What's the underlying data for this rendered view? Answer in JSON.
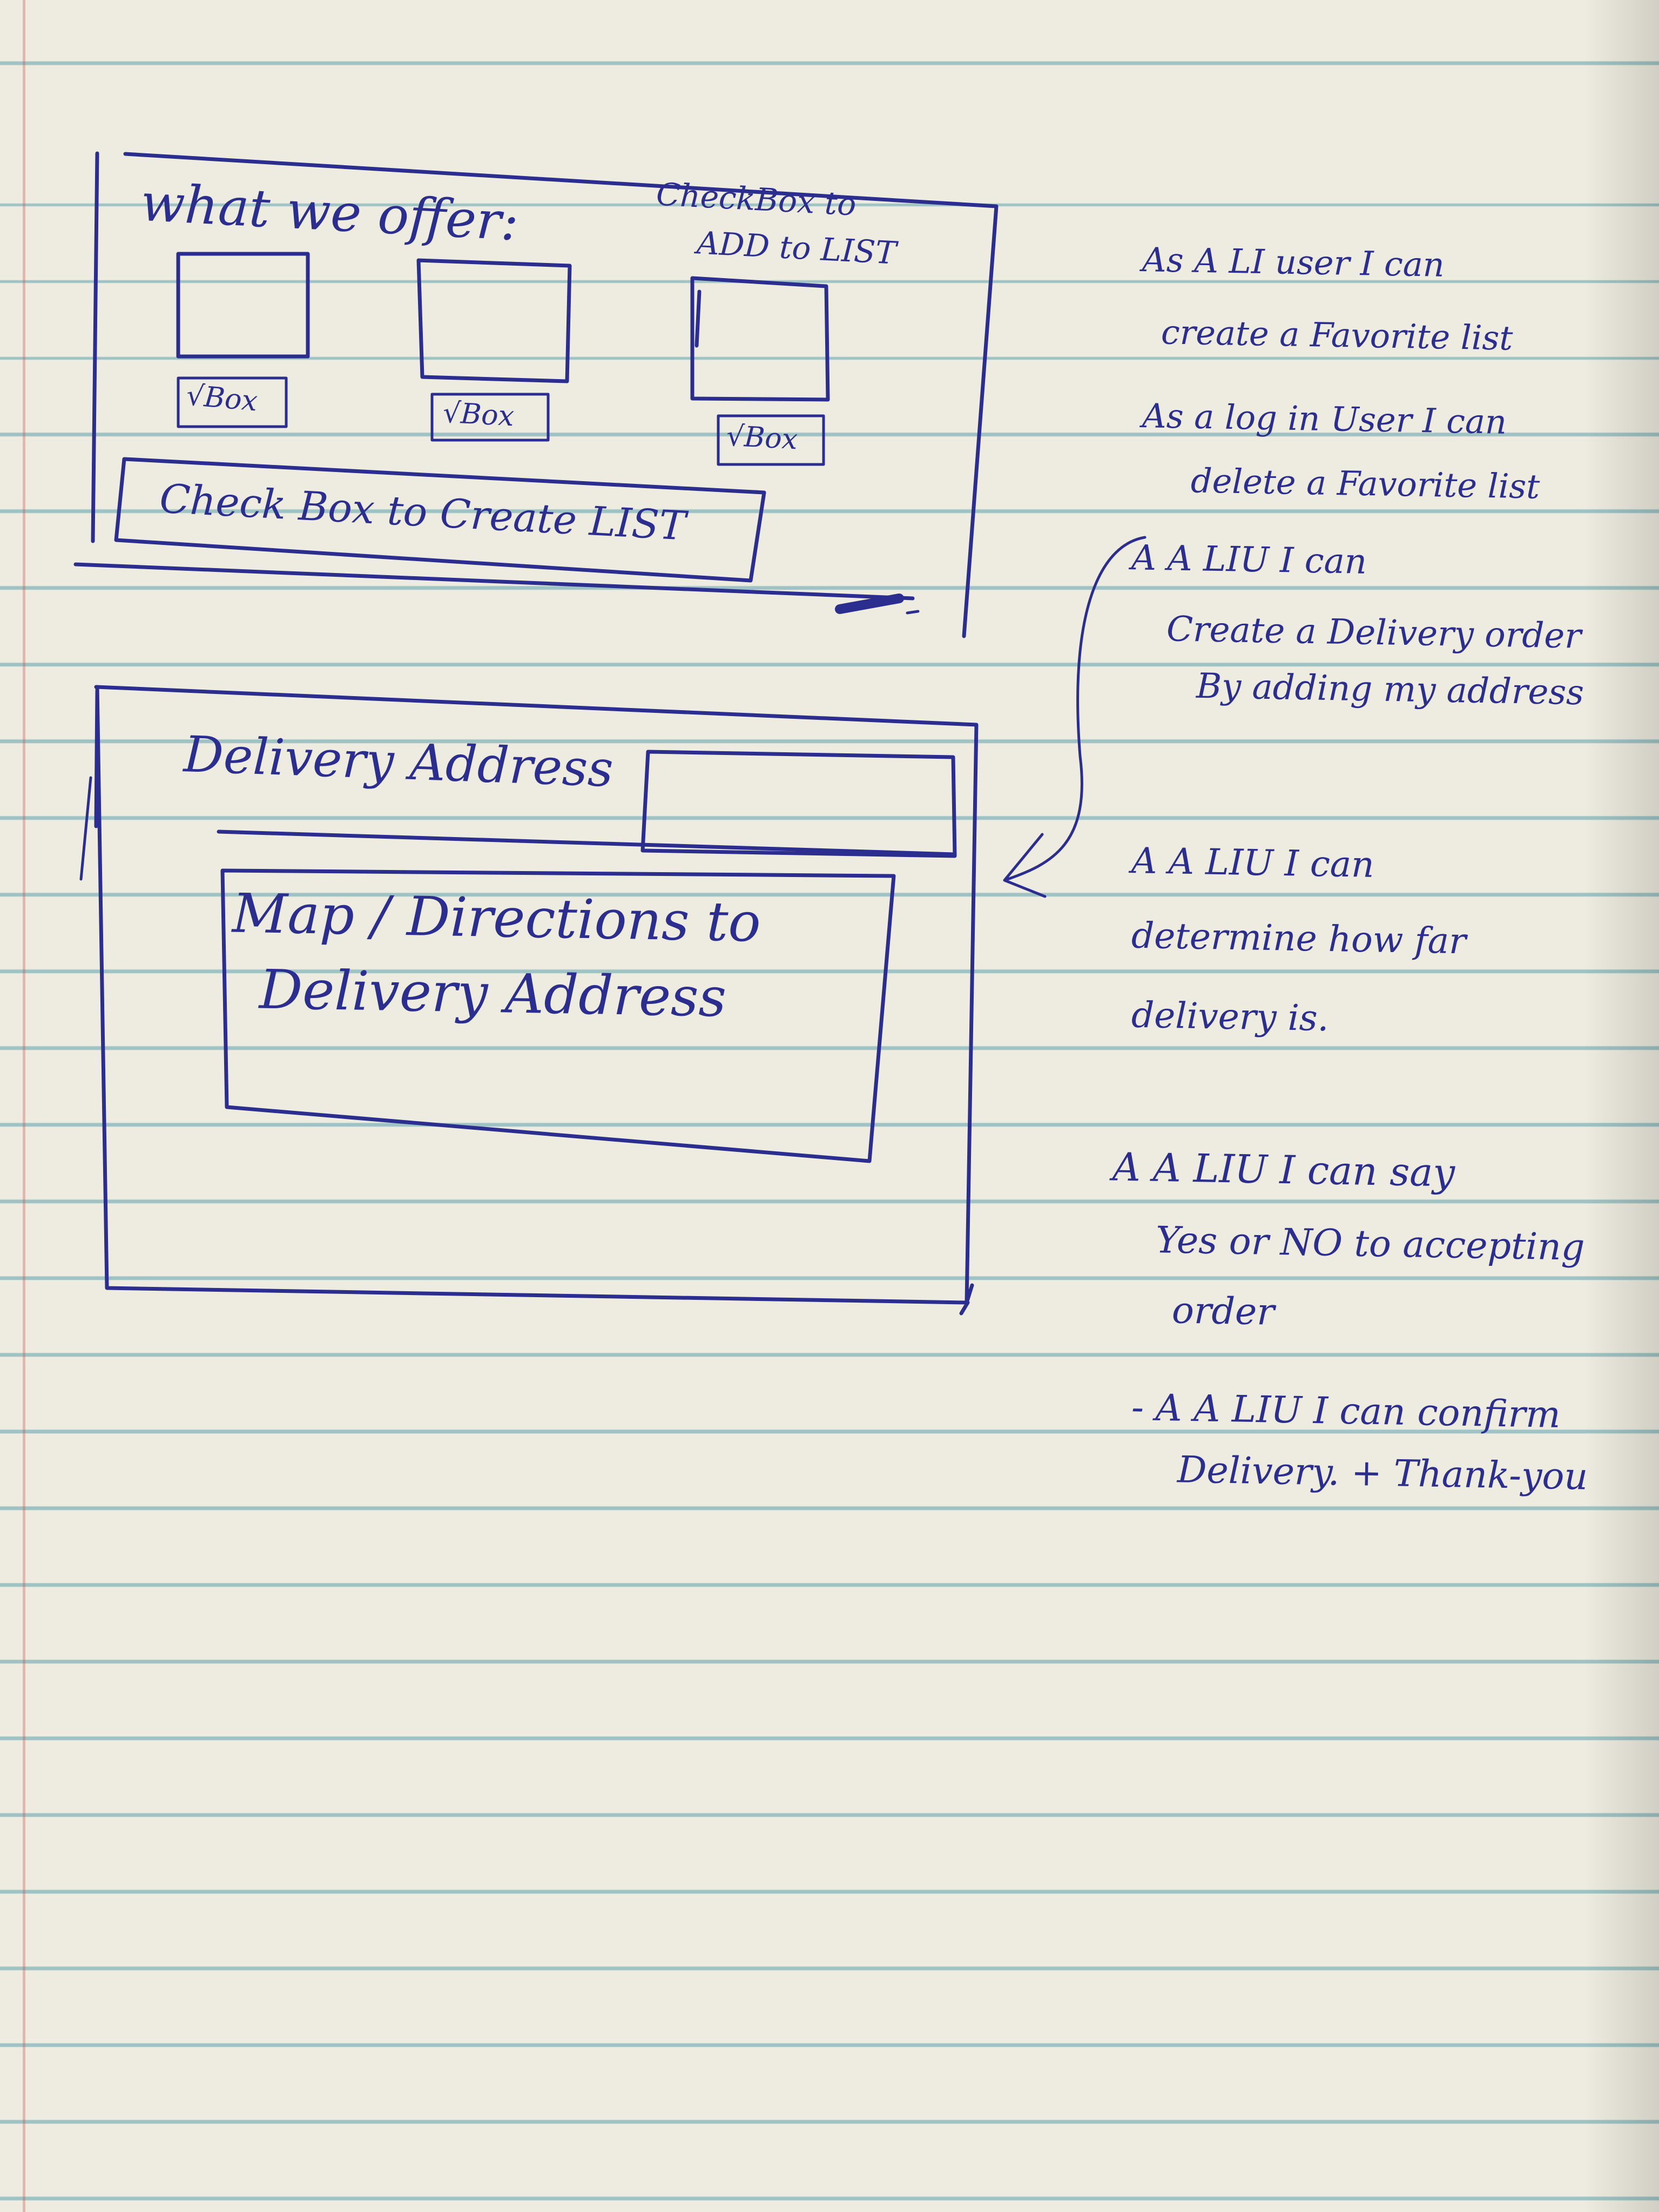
{
  "wireframe_top": {
    "title": "what we offer:",
    "corner_note": [
      "CheckBox to",
      "ADD to LIST"
    ],
    "checkbox_labels": [
      "√Box",
      "√Box",
      "√Box"
    ],
    "bar_label": "Check Box to Create LIST"
  },
  "wireframe_bottom": {
    "address_label": "Delivery Address",
    "map_lines": [
      "Map / Directions to",
      "Delivery Address"
    ]
  },
  "user_stories": [
    [
      "As A LI user I can",
      "create a Favorite list"
    ],
    [
      "As a log in User I can",
      "delete a Favorite list"
    ],
    [
      "A A LIU I can",
      "Create a Delivery order",
      "By adding my address"
    ],
    [
      "A A LIU I can",
      "determine how far",
      "delivery is."
    ],
    [
      "A A LIU I can say",
      "Yes or NO to accepting",
      "order"
    ],
    [
      "- A A LIU I can confirm",
      "Delivery. + Thank-you"
    ]
  ]
}
